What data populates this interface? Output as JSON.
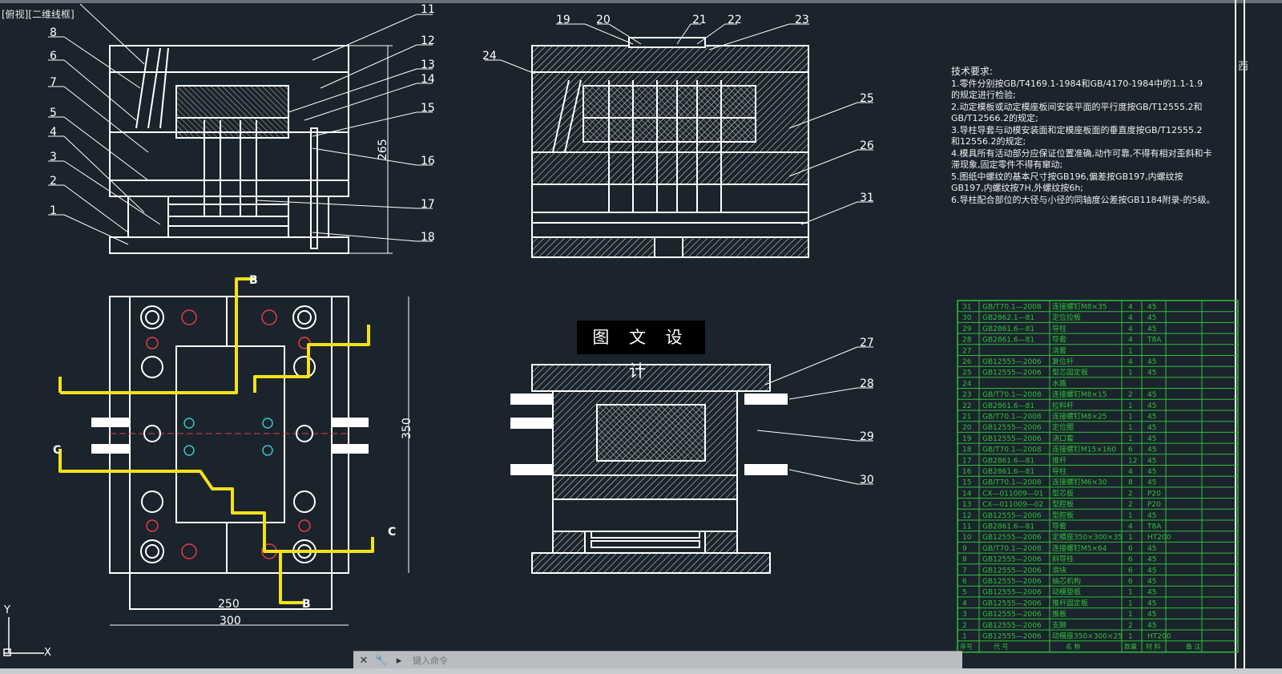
{
  "viewport": {
    "label": "[俯视][二维线框]"
  },
  "watermark": "图 文 设 计",
  "callouts": {
    "c1": "1",
    "c2": "2",
    "c3": "3",
    "c4": "4",
    "c5": "5",
    "c6": "6",
    "c7": "7",
    "c8": "8",
    "c11": "11",
    "c12": "12",
    "c13": "13",
    "c14": "14",
    "c15": "15",
    "c16": "16",
    "c17": "17",
    "c18": "18",
    "c19": "19",
    "c20": "20",
    "c21": "21",
    "c22": "22",
    "c23": "23",
    "c24": "24",
    "c25": "25",
    "c26": "26",
    "c27": "27",
    "c28": "28",
    "c29": "29",
    "c30": "30",
    "c31": "31"
  },
  "dimensions": {
    "d265": "265",
    "d350": "350",
    "d250": "250",
    "d300": "300"
  },
  "cooling_labels": {
    "b_top": "B",
    "b_bottom": "B",
    "c_left": "C",
    "c_right": "C"
  },
  "tech_requirements": {
    "title": "技术要求:",
    "lines": [
      "1.零件分别按GB/T4169.1-1984和GB/4170-1984中的1.1-1.9",
      "的规定进行检验;",
      "2.动定模板或动定模座板间安装平面的平行度按GB/T12555.2和",
      "GB/T12566.2的规定;",
      "3.导柱导套与动模安装面和定模座板面的垂直度按GB/T12555.2",
      "和12556.2的规定;",
      "4.模具所有活动部分应保证位置准确,动作可靠,不得有相对歪斜和卡",
      "滞现象,固定零件不得有窜动;",
      "5.图纸中螺纹的基本尺寸按GB196,偏差按GB197,内螺纹按",
      "GB197,内螺纹按7H,外螺纹按6h;",
      "6.导柱配合部位的大径与小径的同轴度公差按GB1184附录-的5级。"
    ]
  },
  "bom": {
    "rows": [
      [
        "31",
        "GB/T70.1—2008",
        "连接螺钉M8×35",
        "4",
        "45"
      ],
      [
        "30",
        "GB2862.1—81",
        "定位拉板",
        "4",
        "45"
      ],
      [
        "29",
        "GB2861.6—81",
        "导柱",
        "4",
        "45"
      ],
      [
        "28",
        "GB2861.6—81",
        "导套",
        "4",
        "T8A"
      ],
      [
        "27",
        "",
        "浇套",
        "1",
        ""
      ],
      [
        "26",
        "GB12555—2006",
        "复位杆",
        "4",
        "45"
      ],
      [
        "25",
        "GB12555—2006",
        "型芯固定板",
        "1",
        "45"
      ],
      [
        "24",
        "",
        "水路",
        "",
        ""
      ],
      [
        "23",
        "GB/T70.1—2008",
        "连接螺钉M8×15",
        "2",
        "45"
      ],
      [
        "22",
        "GB2861.6—81",
        "拉料杆",
        "1",
        "45"
      ],
      [
        "21",
        "GB/T70.1—2008",
        "连接螺钉M8×25",
        "1",
        "45"
      ],
      [
        "20",
        "GB12555—2006",
        "定位圈",
        "1",
        "45"
      ],
      [
        "19",
        "GB12555—2006",
        "浇口套",
        "1",
        "45"
      ],
      [
        "18",
        "GB/T70.1—2008",
        "连接螺钉M15×160",
        "6",
        "45"
      ],
      [
        "17",
        "GB2861.6—81",
        "推杆",
        "12",
        "45"
      ],
      [
        "16",
        "GB2861.6—81",
        "导柱",
        "4",
        "45"
      ],
      [
        "15",
        "GB/T70.1—2008",
        "连接螺钉M6×30",
        "8",
        "45"
      ],
      [
        "14",
        "CX—011009—01",
        "型芯板",
        "2",
        "P20"
      ],
      [
        "13",
        "CX—011009—02",
        "型腔板",
        "2",
        "P20"
      ],
      [
        "12",
        "GB12555—2006",
        "型腔板",
        "1",
        "45"
      ],
      [
        "11",
        "GB2861.6—81",
        "导套",
        "4",
        "T8A"
      ],
      [
        "10",
        "GB12555—2006",
        "定模座350×300×35",
        "1",
        "HT200"
      ],
      [
        "9",
        "GB/T70.1—2008",
        "连接螺钉M5×64",
        "6",
        "45"
      ],
      [
        "8",
        "GB12555—2006",
        "斜导柱",
        "6",
        "45"
      ],
      [
        "7",
        "GB12555—2006",
        "滑块",
        "6",
        "45"
      ],
      [
        "6",
        "GB12555—2006",
        "抽芯机构",
        "6",
        "45"
      ],
      [
        "5",
        "GB12555—2006",
        "动模垫板",
        "1",
        "45"
      ],
      [
        "4",
        "GB12555—2006",
        "推杆固定板",
        "1",
        "45"
      ],
      [
        "3",
        "GB12555—2006",
        "推板",
        "1",
        "45"
      ],
      [
        "2",
        "GB12555—2006",
        "支脚",
        "2",
        "45"
      ],
      [
        "1",
        "GB12555—2006",
        "动模座350×300×25",
        "1",
        "HT200"
      ]
    ],
    "header": [
      "序号",
      "代 号",
      "名 称",
      "数量",
      "材 料",
      "备 注"
    ]
  },
  "command": {
    "placeholder": "键入命令"
  },
  "side_glyph": "西",
  "axes": {
    "y": "Y",
    "x": "X"
  },
  "colors": {
    "bg": "#1b232c",
    "line": "#ffffff",
    "cooling": "#f2e21a",
    "bom": "#2ec23a",
    "red": "#e04040",
    "cyan": "#38c8c8"
  }
}
